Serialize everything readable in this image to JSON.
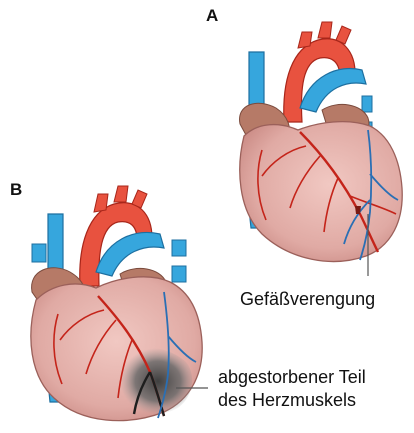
{
  "panels": {
    "a": {
      "label": "A"
    },
    "b": {
      "label": "B"
    }
  },
  "labels": {
    "stenosis": "Gefäßverengung",
    "dead_tissue_line1": "abgestorbener Teil",
    "dead_tissue_line2": "des Herzmuskels"
  },
  "colors": {
    "artery_red": "#e8523f",
    "vein_blue": "#36a6dd",
    "heart_muscle": "#e0aaa4",
    "atrium_brown": "#b67a67",
    "coronary_red": "#c4241a",
    "coronary_blue": "#2a6fb4",
    "dead_tissue": "#5a5a5a"
  }
}
